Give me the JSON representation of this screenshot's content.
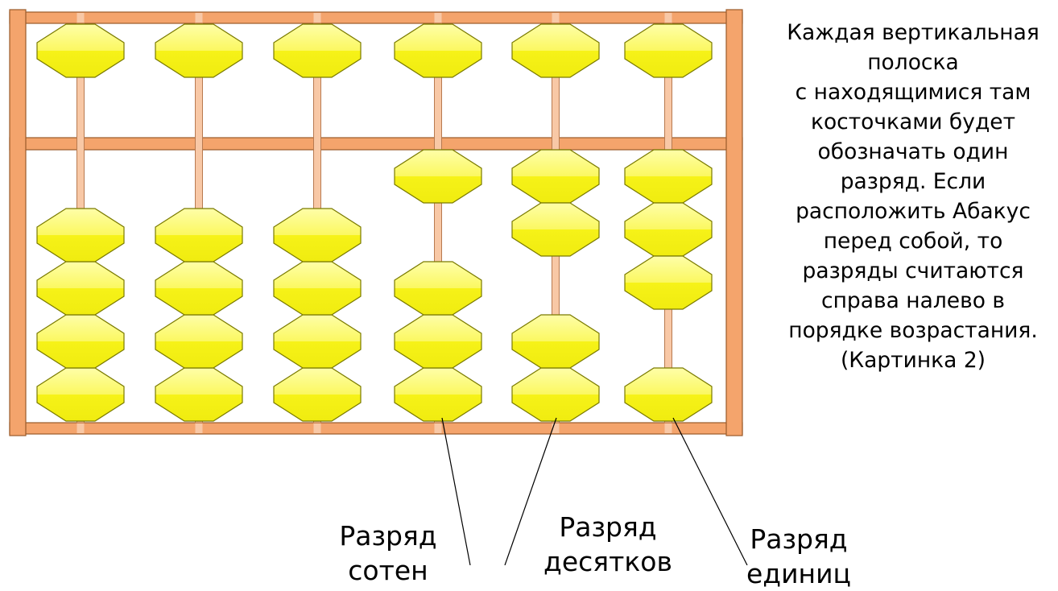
{
  "description": {
    "lines": [
      "Каждая вертикальная",
      "полоска",
      "с находящимися там",
      "косточками будет",
      "обозначать один",
      "разряд. Если",
      "расположить Абакус",
      "перед собой, то",
      "разряды считаются",
      "справа налево в",
      "порядке возрастания.",
      "(Картинка 2)"
    ]
  },
  "labels": {
    "hundreds": {
      "line1": "Разряд",
      "line2": "сотен"
    },
    "tens": {
      "line1": "Разряд",
      "line2": "десятков"
    },
    "units": {
      "line1": "Разряд",
      "line2": "единиц"
    }
  },
  "abacus": {
    "rod_count": 6,
    "upper_beads_per_rod": 1,
    "lower_beads_per_rod": 4,
    "lower_beads_raised": [
      0,
      0,
      0,
      1,
      2,
      3
    ]
  },
  "colors": {
    "frame_fill": "#f4a46c",
    "frame_stroke": "#9a5a2a",
    "rod_fill": "#f8c8a6",
    "rod_stroke": "#b87a50",
    "bead_fill_top": "#fefe9a",
    "bead_fill_bottom": "#f2ee10",
    "bead_stroke": "#7a7a00",
    "pointer_line": "#000000"
  }
}
